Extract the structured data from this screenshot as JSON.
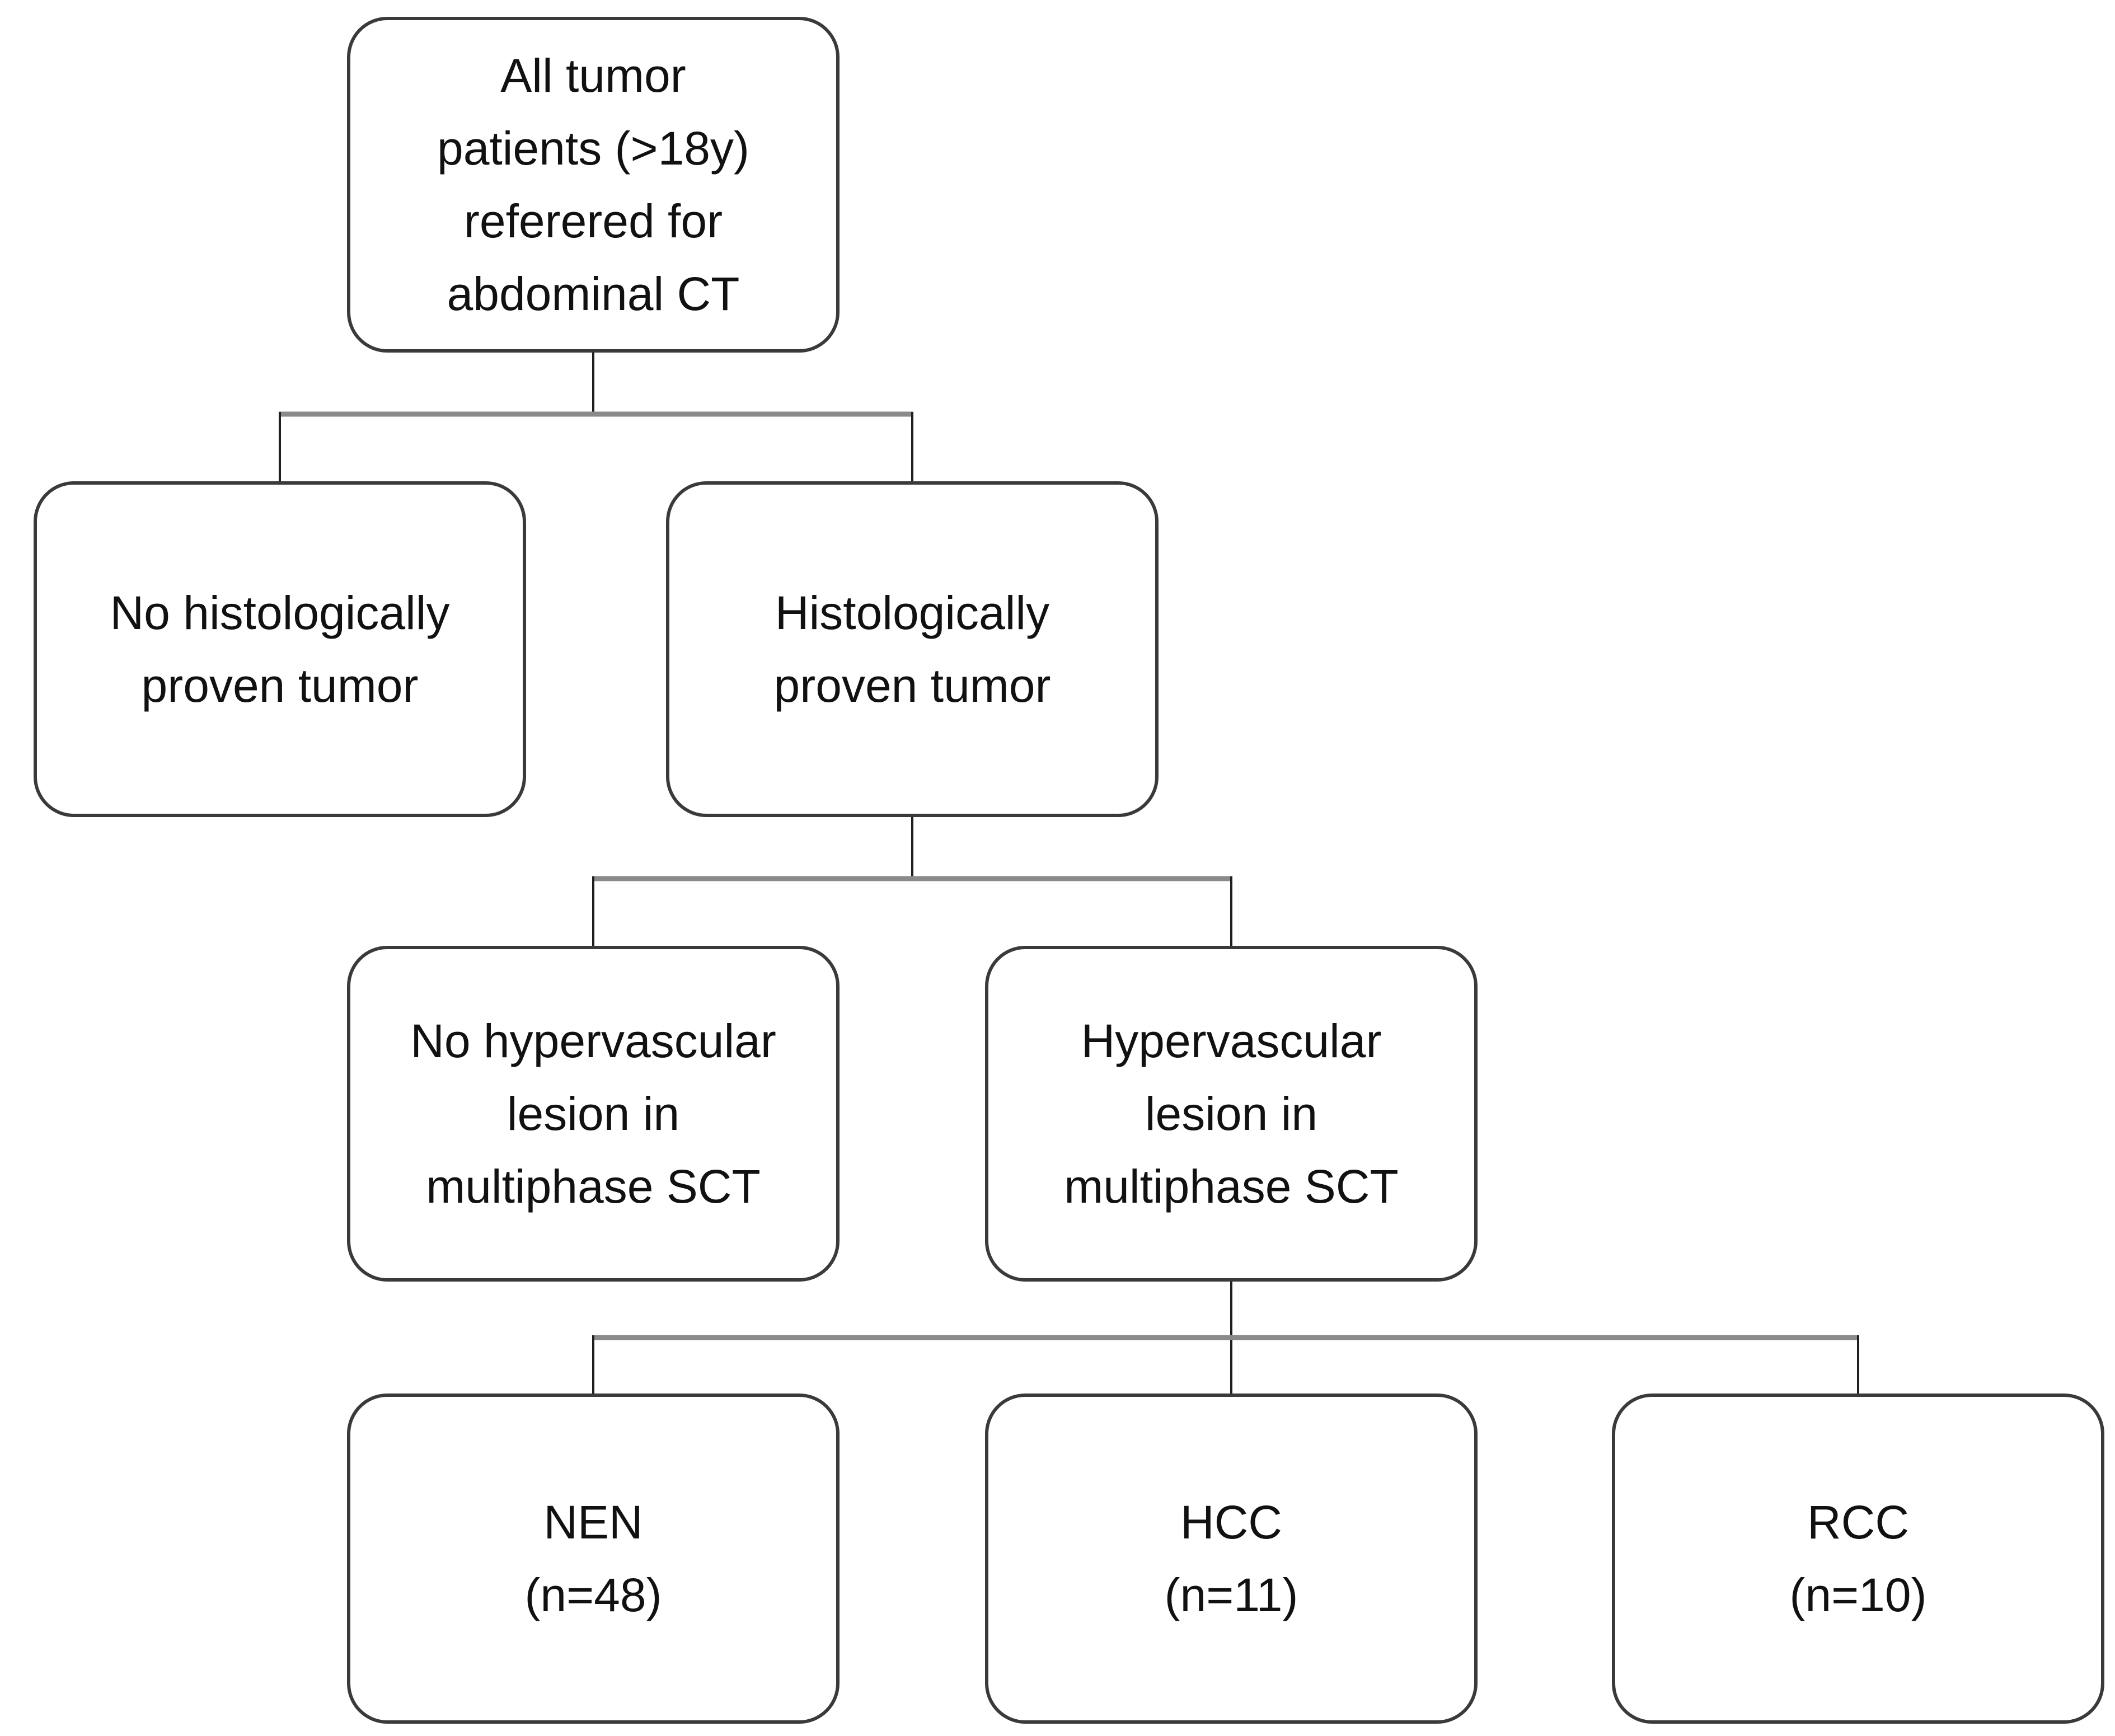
{
  "diagram": {
    "type": "flowchart",
    "nodes": {
      "root": {
        "id": "root",
        "text": "All tumor\npatients (>18y)\nreferered for\nabdominal CT"
      },
      "no_histology": {
        "id": "no_histology",
        "text": "No histologically\nproven tumor"
      },
      "histology": {
        "id": "histology",
        "text": "Histologically\nproven tumor"
      },
      "no_hypervascular": {
        "id": "no_hypervascular",
        "text": "No hypervascular\nlesion in\nmultiphase SCT"
      },
      "hypervascular": {
        "id": "hypervascular",
        "text": "Hypervascular\nlesion in\nmultiphase SCT"
      },
      "nen": {
        "id": "nen",
        "text": "NEN\n(n=48)",
        "label": "NEN",
        "count": 48
      },
      "hcc": {
        "id": "hcc",
        "text": "HCC\n(n=11)",
        "label": "HCC",
        "count": 11
      },
      "rcc": {
        "id": "rcc",
        "text": "RCC\n(n=10)",
        "label": "RCC",
        "count": 10
      }
    },
    "edges": [
      {
        "from": "root",
        "to": "no_histology"
      },
      {
        "from": "root",
        "to": "histology"
      },
      {
        "from": "histology",
        "to": "no_hypervascular"
      },
      {
        "from": "histology",
        "to": "hypervascular"
      },
      {
        "from": "hypervascular",
        "to": "nen"
      },
      {
        "from": "hypervascular",
        "to": "hcc"
      },
      {
        "from": "hypervascular",
        "to": "rcc"
      }
    ],
    "colors": {
      "background": "#ffffff",
      "box_border": "#3a3a3a",
      "text": "#111111",
      "line_vertical": "#1f1f1f",
      "line_horizontal": "#8a8a8a"
    }
  }
}
